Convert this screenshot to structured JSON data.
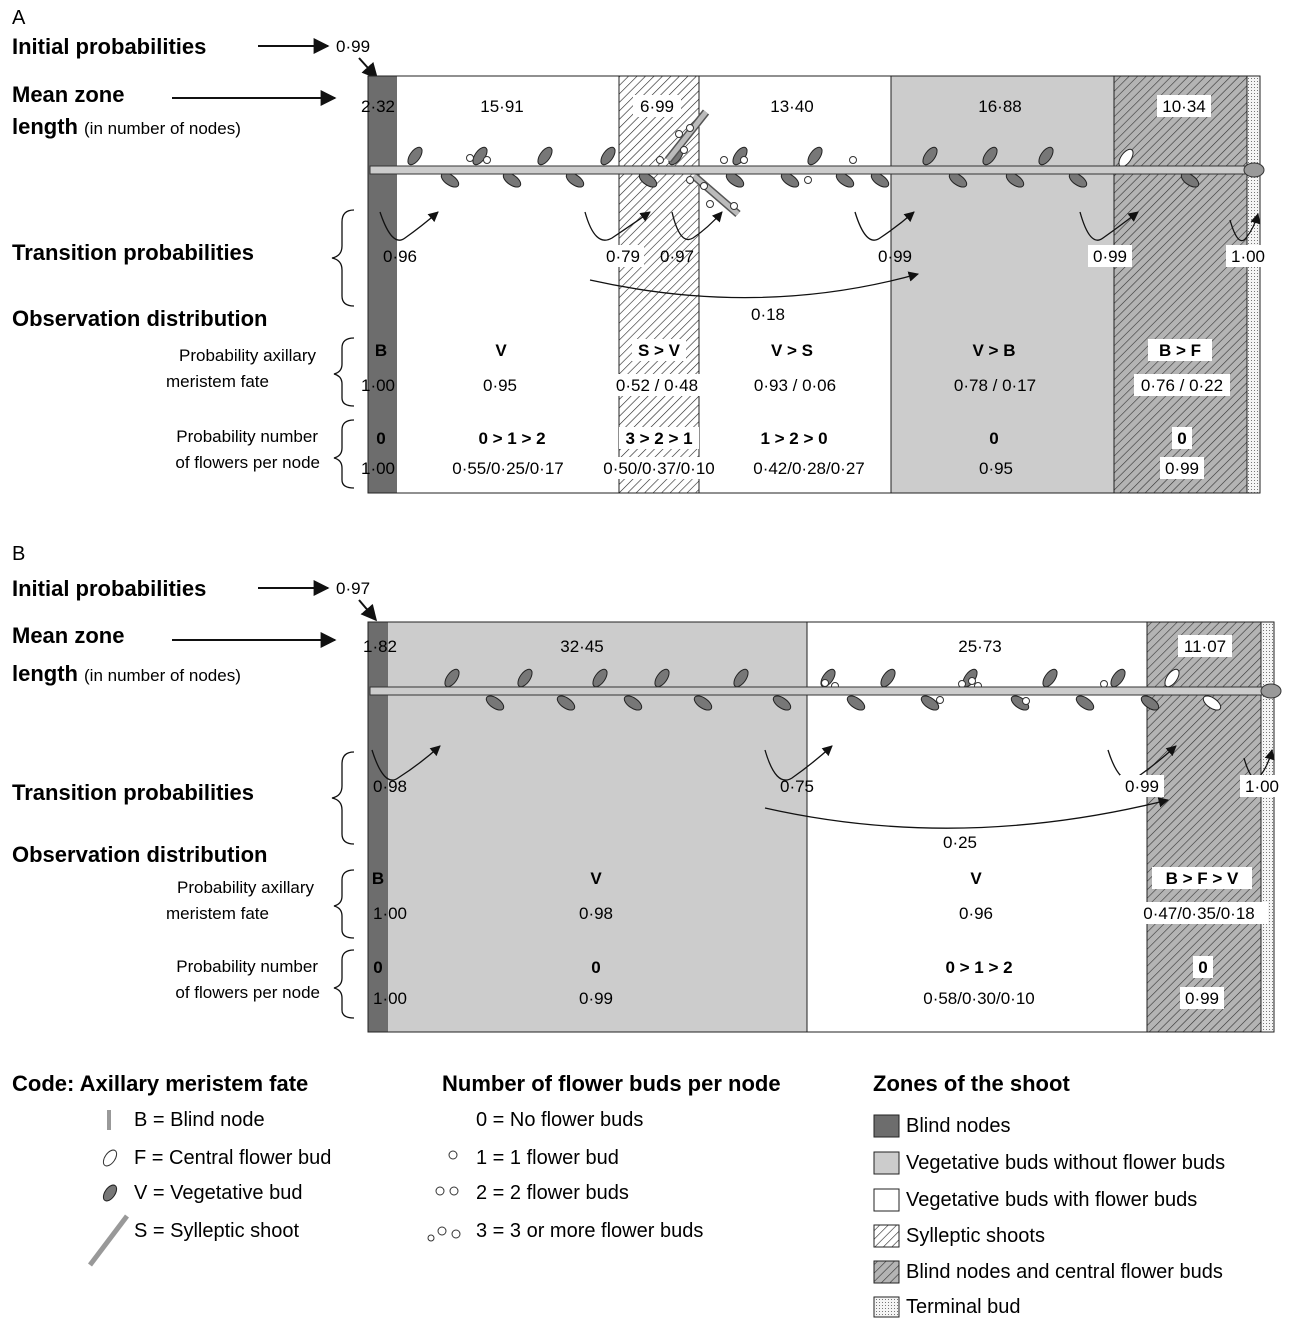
{
  "colors": {
    "blind": "#6d6d6d",
    "veg_no_flower": "#cccccc",
    "veg_with_flower": "#ffffff",
    "sylleptic": "#ffffff",
    "blind_central": "#b4b4b4",
    "terminal": "#f2f2f2",
    "bud": "#777777",
    "stem": "#cccccc"
  },
  "common": {
    "initial_probabilities": "Initial probabilities",
    "mean_zone": "Mean zone",
    "length": "length",
    "length_note": "(in number of nodes)",
    "transition_probabilities": "Transition probabilities",
    "observation_distribution": "Observation distribution",
    "prob_fate_1": "Probability axillary",
    "prob_fate_2": "meristem fate",
    "prob_flowers_1": "Probability number",
    "prob_flowers_2": "of flowers per node"
  },
  "panels": [
    {
      "label": "A",
      "initial_probability": "0·99",
      "zones": [
        {
          "type": "blind",
          "length": "2·32",
          "transition": "0·96",
          "fate": "B",
          "fate_prob": "1·00",
          "flowers": "0",
          "flowers_prob": "1·00"
        },
        {
          "type": "veg_with_flower",
          "length": "15·91",
          "transition": "",
          "fate": "V",
          "fate_prob": "0·95",
          "flowers": "0 > 1 > 2",
          "flowers_prob": "0·55/0·25/0·17"
        },
        {
          "type": "sylleptic",
          "length": "6·99",
          "transition": "0·79",
          "fate": "S > V",
          "fate_prob": "0·52 / 0·48",
          "flowers": "3 > 2 > 1",
          "flowers_prob": "0·50/0·37/0·10"
        },
        {
          "type": "veg_with_flower",
          "length": "13·40",
          "transition": "0·97",
          "fate": "V > S",
          "fate_prob": "0·93 / 0·06",
          "flowers": "1 > 2 > 0",
          "flowers_prob": "0·42/0·28/0·27"
        },
        {
          "type": "veg_no_flower",
          "length": "16·88",
          "transition": "0·99",
          "fate": "V > B",
          "fate_prob": "0·78 / 0·17",
          "flowers": "0",
          "flowers_prob": "0·95"
        },
        {
          "type": "blind_central",
          "length": "10·34",
          "transition": "0·99",
          "fate": "B > F",
          "fate_prob": "0·76 / 0·22",
          "flowers": "0",
          "flowers_prob": "0·99"
        },
        {
          "type": "terminal",
          "length": "",
          "transition": "1·00",
          "fate": "",
          "fate_prob": "",
          "flowers": "",
          "flowers_prob": ""
        }
      ],
      "skip_transition": "0·18"
    },
    {
      "label": "B",
      "initial_probability": "0·97",
      "zones": [
        {
          "type": "blind",
          "length": "1·82",
          "transition": "0·98",
          "fate": "B",
          "fate_prob": "1·00",
          "flowers": "0",
          "flowers_prob": "1·00"
        },
        {
          "type": "veg_no_flower",
          "length": "32·45",
          "transition": "0·75",
          "fate": "V",
          "fate_prob": "0·98",
          "flowers": "0",
          "flowers_prob": "0·99"
        },
        {
          "type": "veg_with_flower",
          "length": "25·73",
          "transition": "0·99",
          "fate": "V",
          "fate_prob": "0·96",
          "flowers": "0 > 1 > 2",
          "flowers_prob": "0·58/0·30/0·10"
        },
        {
          "type": "blind_central",
          "length": "11·07",
          "transition": "1·00",
          "fate": "B > F > V",
          "fate_prob": "0·47/0·35/0·18",
          "flowers": "0",
          "flowers_prob": "0·99"
        },
        {
          "type": "terminal",
          "length": "",
          "transition": "",
          "fate": "",
          "fate_prob": "",
          "flowers": "",
          "flowers_prob": ""
        }
      ],
      "skip_transition": "0·25"
    }
  ],
  "legend": {
    "fate": {
      "title": "Code: Axillary meristem fate",
      "items": [
        {
          "icon": "blind-node-mark",
          "text": "B = Blind node"
        },
        {
          "icon": "central-flower-bud",
          "text": "F = Central flower bud"
        },
        {
          "icon": "vegetative-bud",
          "text": "V = Vegetative bud"
        },
        {
          "icon": "sylleptic-shoot",
          "text": "S = Sylleptic shoot"
        }
      ]
    },
    "flowers": {
      "title": "Number of flower buds per node",
      "items": [
        {
          "icon": "none",
          "text": "0 = No flower buds"
        },
        {
          "icon": "one-circle",
          "text": "1 = 1 flower bud"
        },
        {
          "icon": "two-circles",
          "text": "2 = 2 flower buds"
        },
        {
          "icon": "three-circles",
          "text": "3 = 3 or more flower buds"
        }
      ]
    },
    "zones": {
      "title": "Zones of the shoot",
      "items": [
        {
          "type": "blind",
          "text": "Blind nodes"
        },
        {
          "type": "veg_no_flower",
          "text": "Vegetative buds without flower buds"
        },
        {
          "type": "veg_with_flower",
          "text": "Vegetative buds with flower buds"
        },
        {
          "type": "sylleptic",
          "text": "Sylleptic shoots"
        },
        {
          "type": "blind_central",
          "text": "Blind nodes and central flower buds"
        },
        {
          "type": "terminal",
          "text": "Terminal bud"
        }
      ]
    }
  }
}
